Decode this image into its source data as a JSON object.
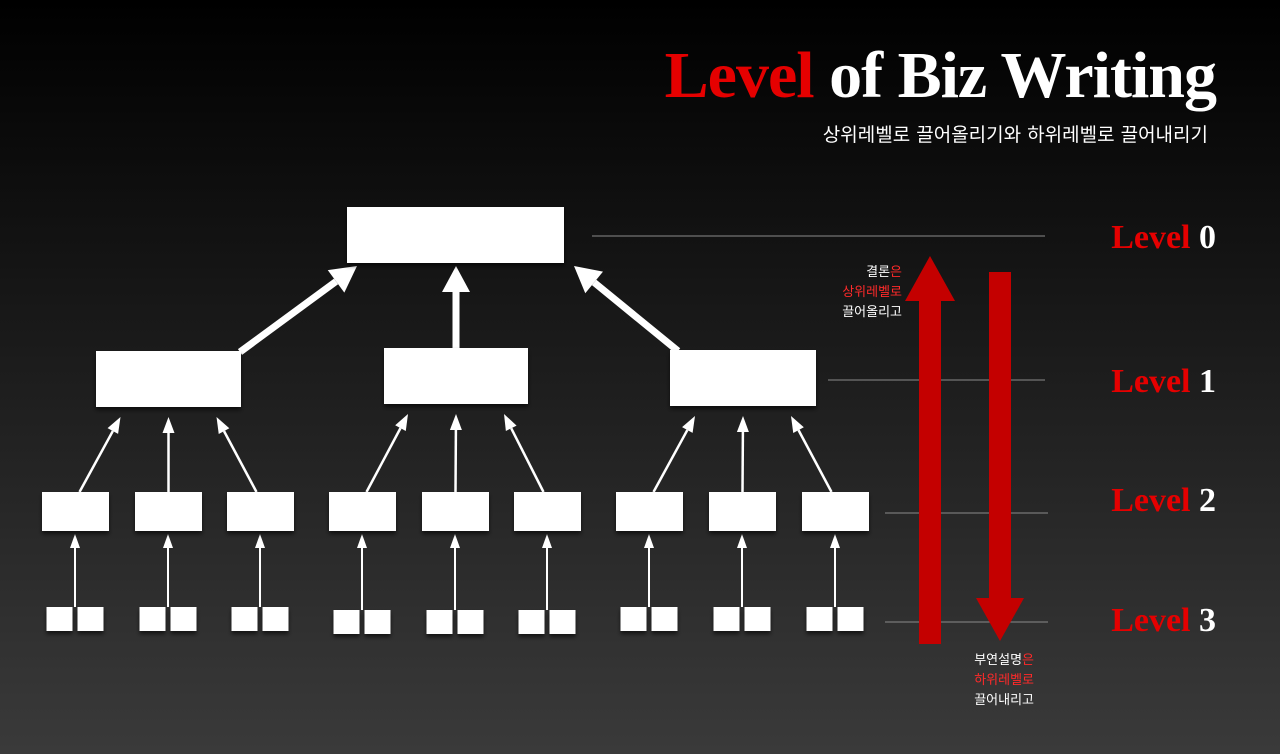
{
  "title": {
    "accent": "Level",
    "rest": "of Biz Writing"
  },
  "subtitle": "상위레벨로  끌어올리기와 하위레벨로 끌어내리기",
  "levels": [
    {
      "word": "Level",
      "num": "0"
    },
    {
      "word": "Level",
      "num": "1"
    },
    {
      "word": "Level",
      "num": "2"
    },
    {
      "word": "Level",
      "num": "3"
    }
  ],
  "up_note": {
    "line1_a": "결론",
    "line1_b": "은",
    "line2": "상위레벨로",
    "line3": "끌어올리고"
  },
  "down_note": {
    "line1_a": "부연설명",
    "line1_b": "은",
    "line2": "하위레벨로",
    "line3": "끌어내리고"
  },
  "colors": {
    "accent": "#e50000",
    "arrow_red": "#c40000",
    "box": "#ffffff",
    "level_line": "#8a8a8a"
  }
}
